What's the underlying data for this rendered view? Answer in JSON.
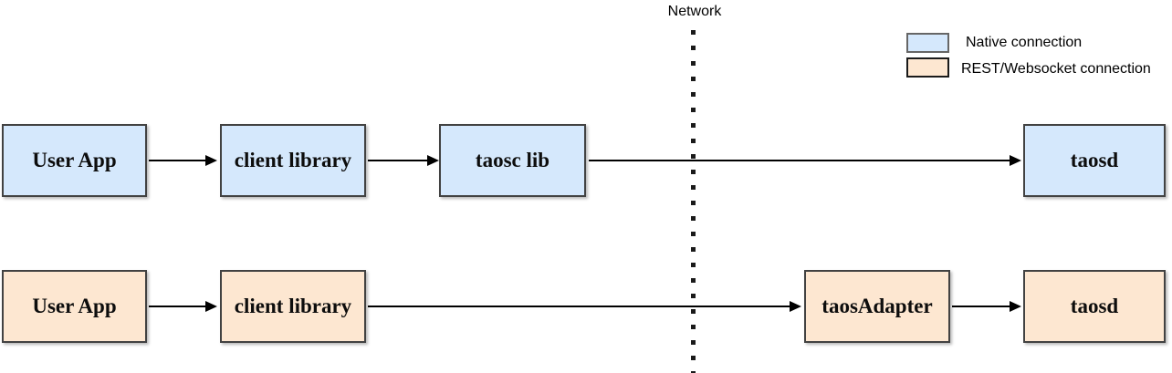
{
  "network": {
    "label": "Network"
  },
  "legend": {
    "items": [
      {
        "label": "Native connection",
        "swatch_color": "#d5e8fc"
      },
      {
        "label": "REST/Websocket connection",
        "swatch_color": "#fde7d1"
      }
    ]
  },
  "flows": {
    "native": {
      "connection_type": "Native connection",
      "boxes": [
        {
          "label": "User App"
        },
        {
          "label": "client library"
        },
        {
          "label": "taosc lib"
        },
        {
          "label": "taosd"
        }
      ]
    },
    "rest": {
      "connection_type": "REST/Websocket connection",
      "boxes": [
        {
          "label": "User App"
        },
        {
          "label": "client library"
        },
        {
          "label": "taosAdapter"
        },
        {
          "label": "taosd"
        }
      ]
    }
  },
  "colors": {
    "native_fill": "#d5e8fc",
    "rest_fill": "#fde7d1",
    "box_border": "#424242",
    "line": "#000000",
    "background": "#ffffff"
  }
}
